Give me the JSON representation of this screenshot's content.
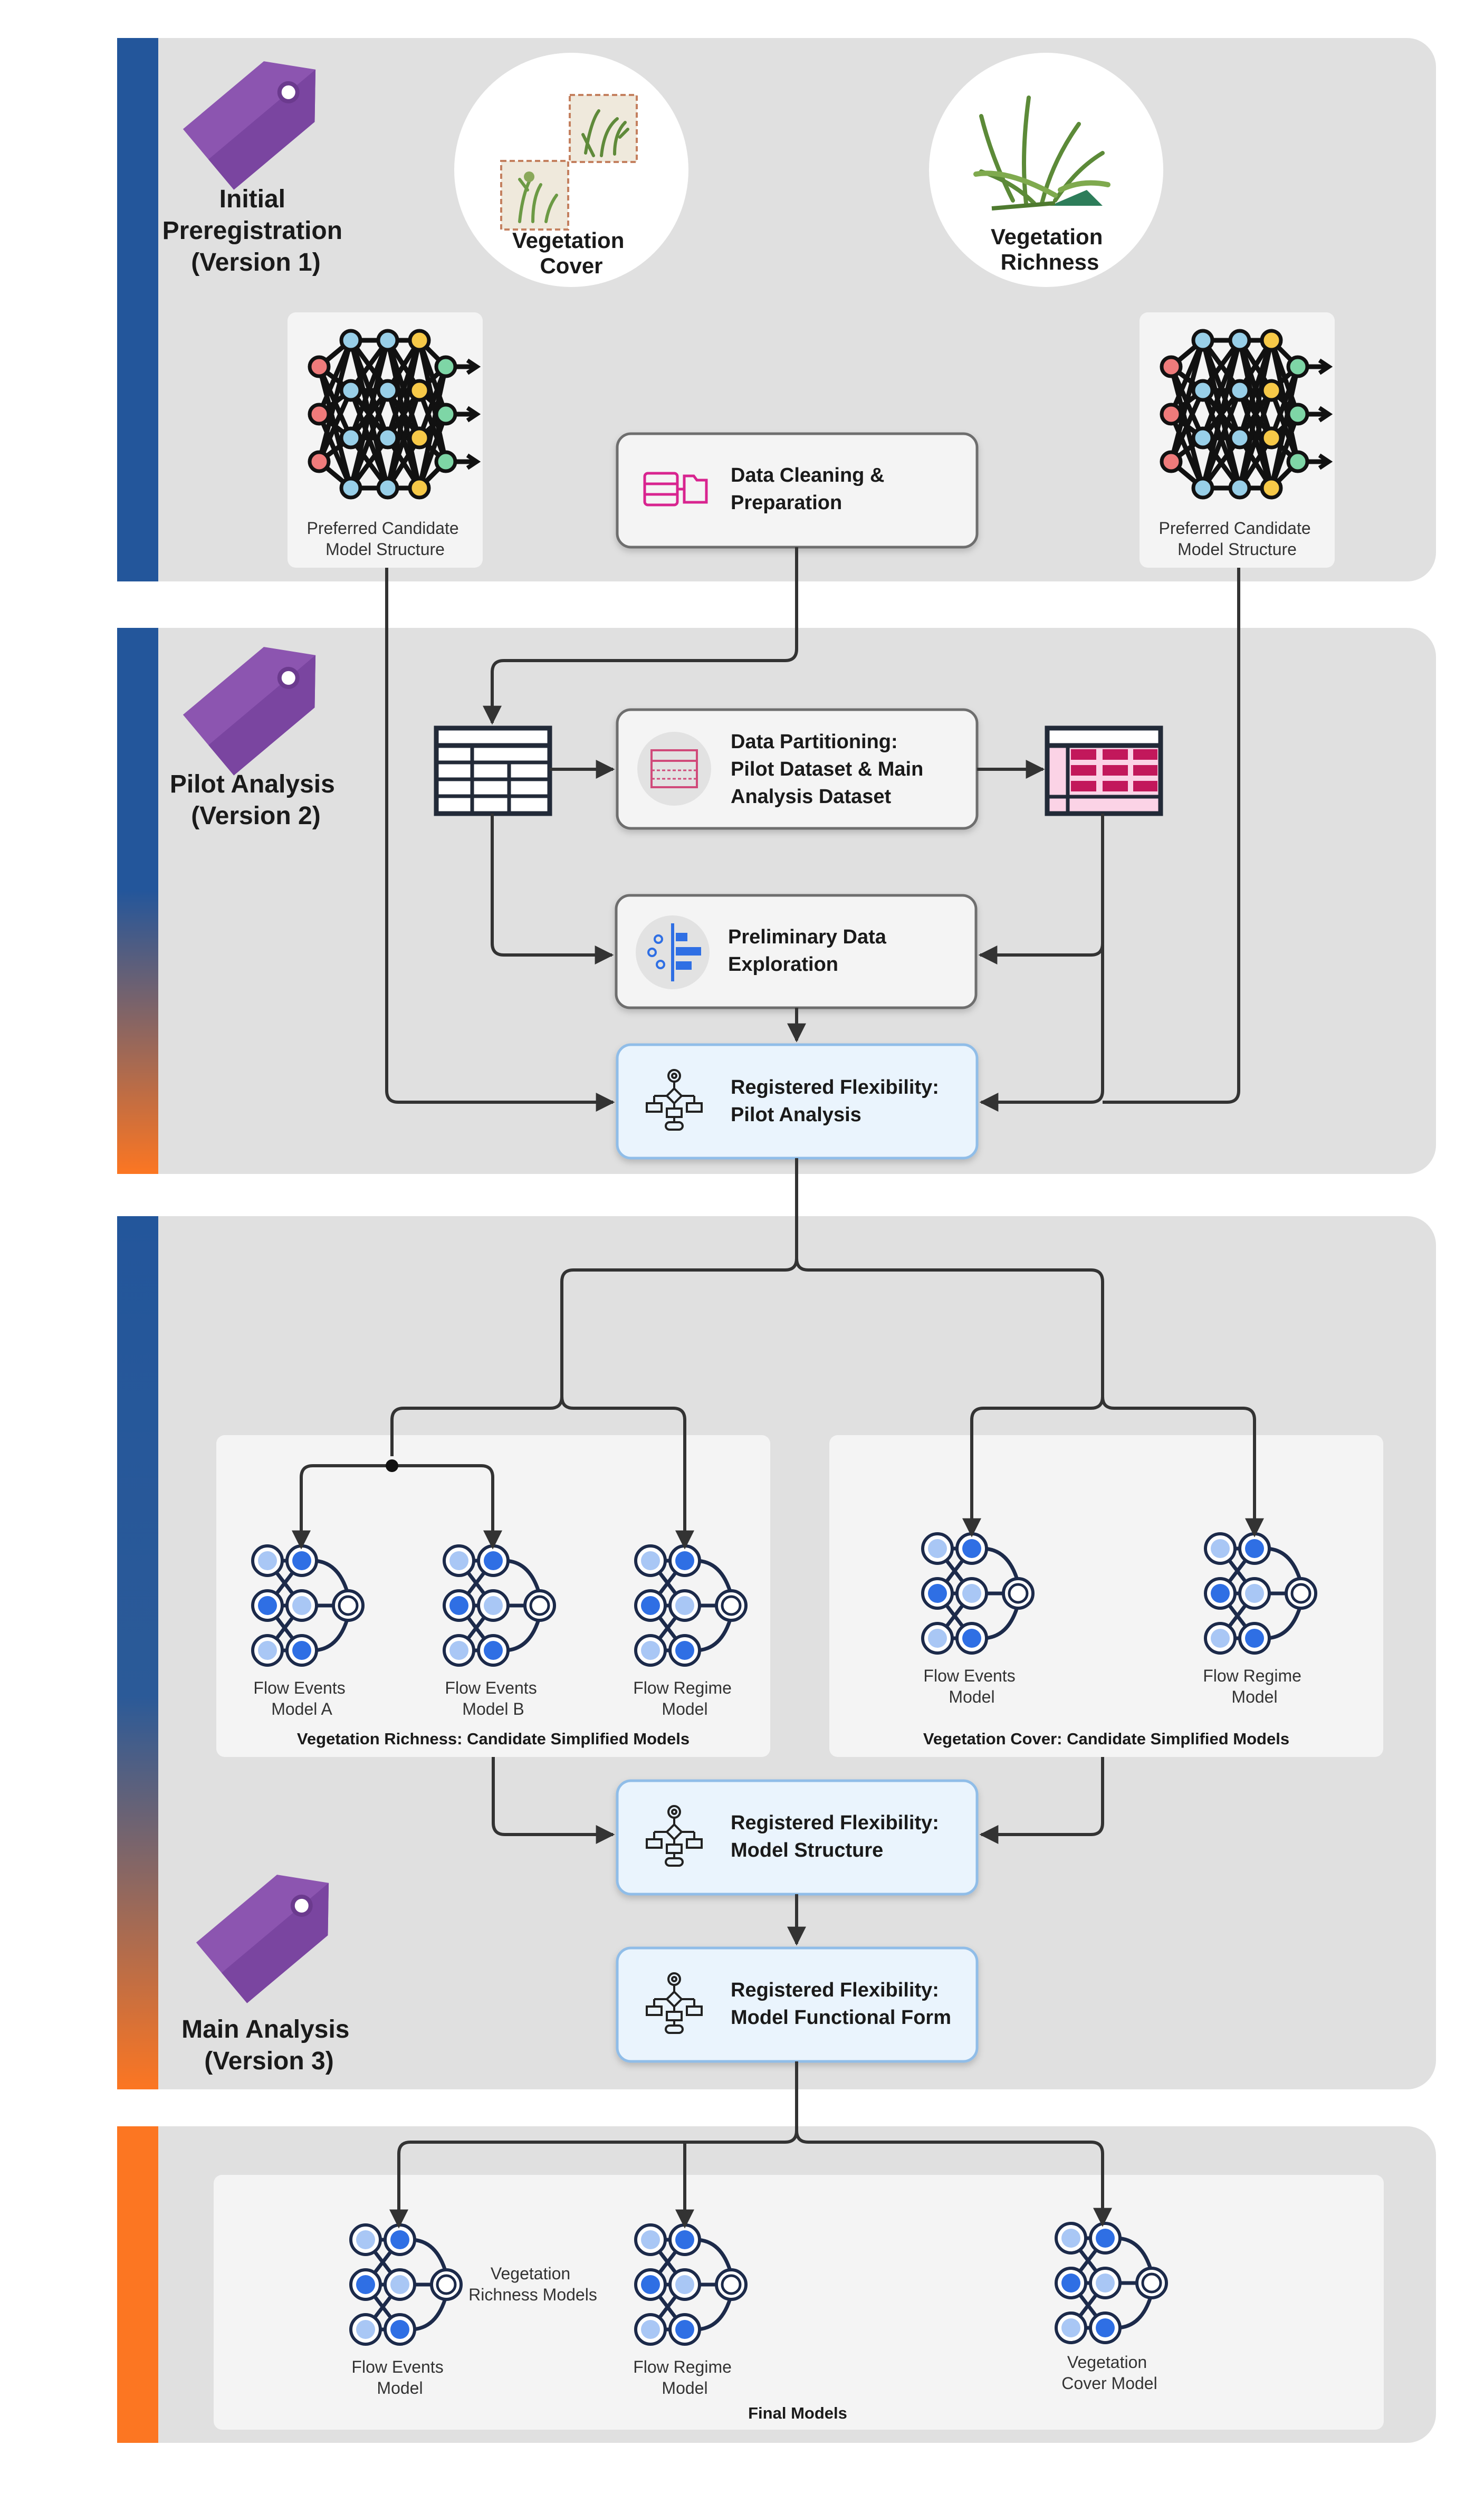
{
  "colors": {
    "panel_bg": "#e0e0e0",
    "stage_blue": "#23569b",
    "stage_orange": "#fc7622",
    "tag_purple": "#8c55b0",
    "process_box_bg": "#f4f4f4",
    "flex_box_bg": "#eaf4fd",
    "flex_box_border": "#90bde8",
    "node_dark_blue": "#2f6fe4",
    "node_light_blue": "#a9c7f5",
    "connector": "#333333"
  },
  "stages": {
    "initial": {
      "title_line1": "Initial",
      "title_line2": "Preregistration",
      "title_line3": "(Version 1)"
    },
    "pilot": {
      "title_line1": "Pilot Analysis",
      "title_line2": "(Version 2)"
    },
    "main": {
      "title_line1": "Main Analysis",
      "title_line2": "(Version 3)"
    }
  },
  "icons": {
    "vegetation_cover": {
      "icon": "plant-specimen-icon",
      "line1": "Vegetation",
      "line2": "Cover"
    },
    "vegetation_richness": {
      "icon": "fern-plants-icon",
      "line1": "Vegetation",
      "line2": "Richness"
    }
  },
  "preferred_model": {
    "icon": "neural-network-icon",
    "line1": "Preferred Candidate",
    "line2": "Model Structure"
  },
  "process_boxes": {
    "data_cleaning": {
      "icon": "database-folder-icon",
      "line1": "Data Cleaning &",
      "line2": "Preparation"
    },
    "data_partitioning": {
      "icon": "partition-table-icon",
      "line1": "Data Partitioning:",
      "line2": "Pilot Dataset & Main",
      "line3": "Analysis Dataset"
    },
    "preliminary_exploration": {
      "icon": "data-filter-icon",
      "line1": "Preliminary Data",
      "line2": "Exploration"
    },
    "flex_pilot": {
      "icon": "flowchart-icon",
      "line1": "Registered Flexibility:",
      "line2": "Pilot Analysis"
    },
    "flex_structure": {
      "icon": "flowchart-icon",
      "line1": "Registered Flexibility:",
      "line2": "Model Structure"
    },
    "flex_functional": {
      "icon": "flowchart-icon",
      "line1": "Registered Flexibility:",
      "line2": "Model Functional Form"
    }
  },
  "candidate_groups": {
    "richness": {
      "caption": "Vegetation Richness: Candidate Simplified Models",
      "models": [
        {
          "line1": "Flow Events",
          "line2": "Model A"
        },
        {
          "line1": "Flow Events",
          "line2": "Model B"
        },
        {
          "line1": "Flow Regime",
          "line2": "Model"
        }
      ]
    },
    "cover": {
      "caption": "Vegetation Cover: Candidate Simplified Models",
      "models": [
        {
          "line1": "Flow Events",
          "line2": "Model"
        },
        {
          "line1": "Flow Regime",
          "line2": "Model"
        }
      ]
    }
  },
  "final": {
    "caption": "Final Models",
    "richness_label_line1": "Vegetation",
    "richness_label_line2": "Richness Models",
    "models": [
      {
        "line1": "Flow Events",
        "line2": "Model"
      },
      {
        "line1": "Flow Regime",
        "line2": "Model"
      },
      {
        "line1": "Vegetation",
        "line2": "Cover Model"
      }
    ]
  }
}
